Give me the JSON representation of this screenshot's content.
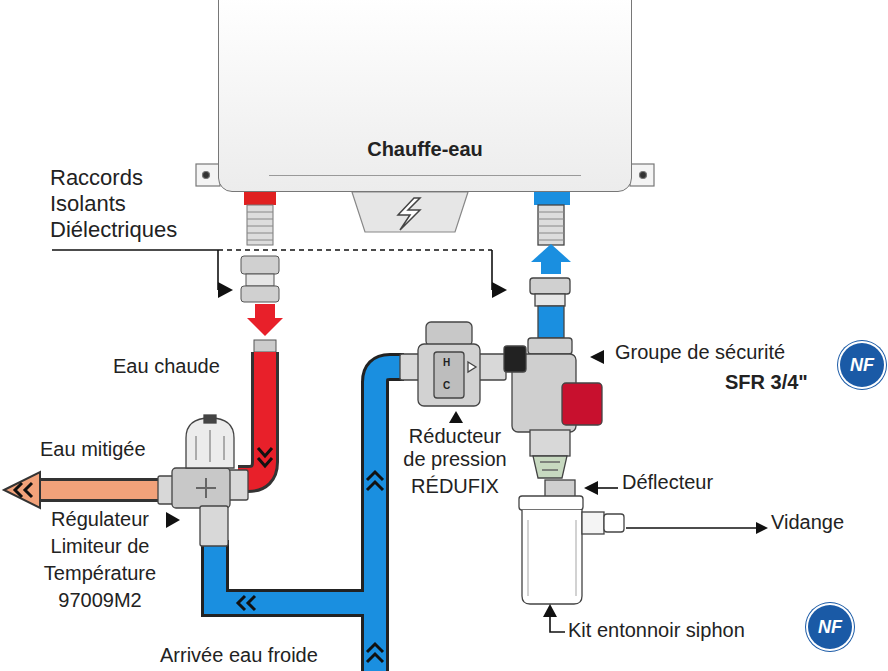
{
  "diagram": {
    "nodes": [
      {
        "text": [
          "Chauffe-eau"
        ]
      }
    ],
    "labels": [
      "Raccords Isolants Diélectriques",
      "Eau chaude",
      "Eau mitigée",
      "Régulateur Limiteur de Température",
      "97009M2",
      "Réducteur de pression",
      "RÉDUFIX",
      "Groupe de sécurité",
      "SFR 3/4\"",
      "Déflecteur",
      "Vidange",
      "Kit entonnoir siphon",
      "Arrivée eau froide",
      "NF",
      "NF",
      "H",
      "C"
    ]
  }
}
